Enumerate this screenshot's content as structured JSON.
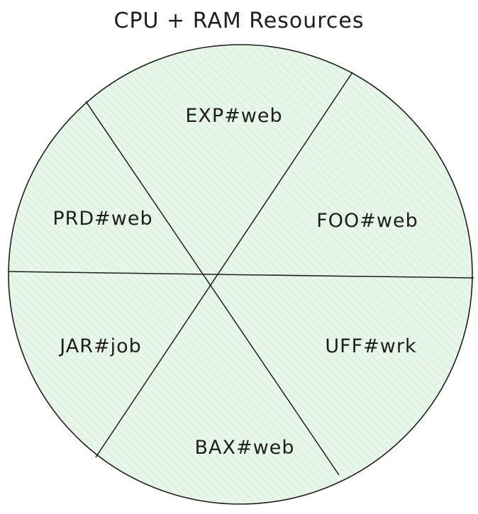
{
  "title": "CPU + RAM Resources",
  "segments": [
    {
      "label": "EXP#web"
    },
    {
      "label": "FOO#web"
    },
    {
      "label": "UFF#wrk"
    },
    {
      "label": "BAX#web"
    },
    {
      "label": "JAR#job"
    },
    {
      "label": "PRD#web"
    }
  ],
  "colors": {
    "fill": "#e6f5e9",
    "hatch": "#b2e2bd",
    "stroke": "#1e1e1e"
  }
}
